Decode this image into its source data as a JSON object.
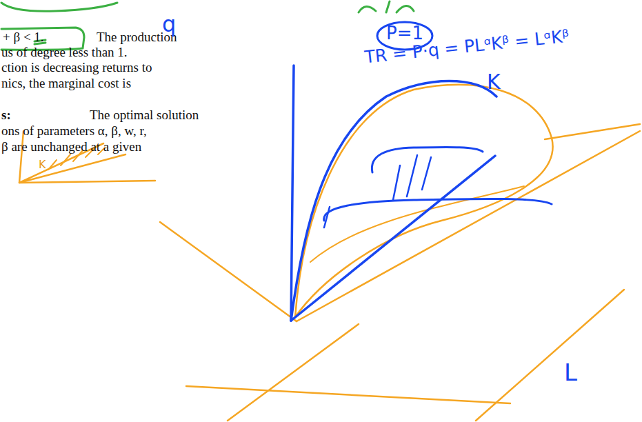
{
  "diagram": {
    "labels": [
      "+ β < 1.",
      "The production",
      "us of degree less than 1.",
      "ction is decreasing returns to",
      "nics, the marginal cost is",
      "s:",
      "The optimal solution",
      "ons of parameters α, β, w, r,",
      "β are unchanged at a given",
      "q",
      "P=1",
      "TR = P·q = PLᵅKᵝ = LᵅKᵝ",
      "K",
      "L",
      "K"
    ]
  }
}
